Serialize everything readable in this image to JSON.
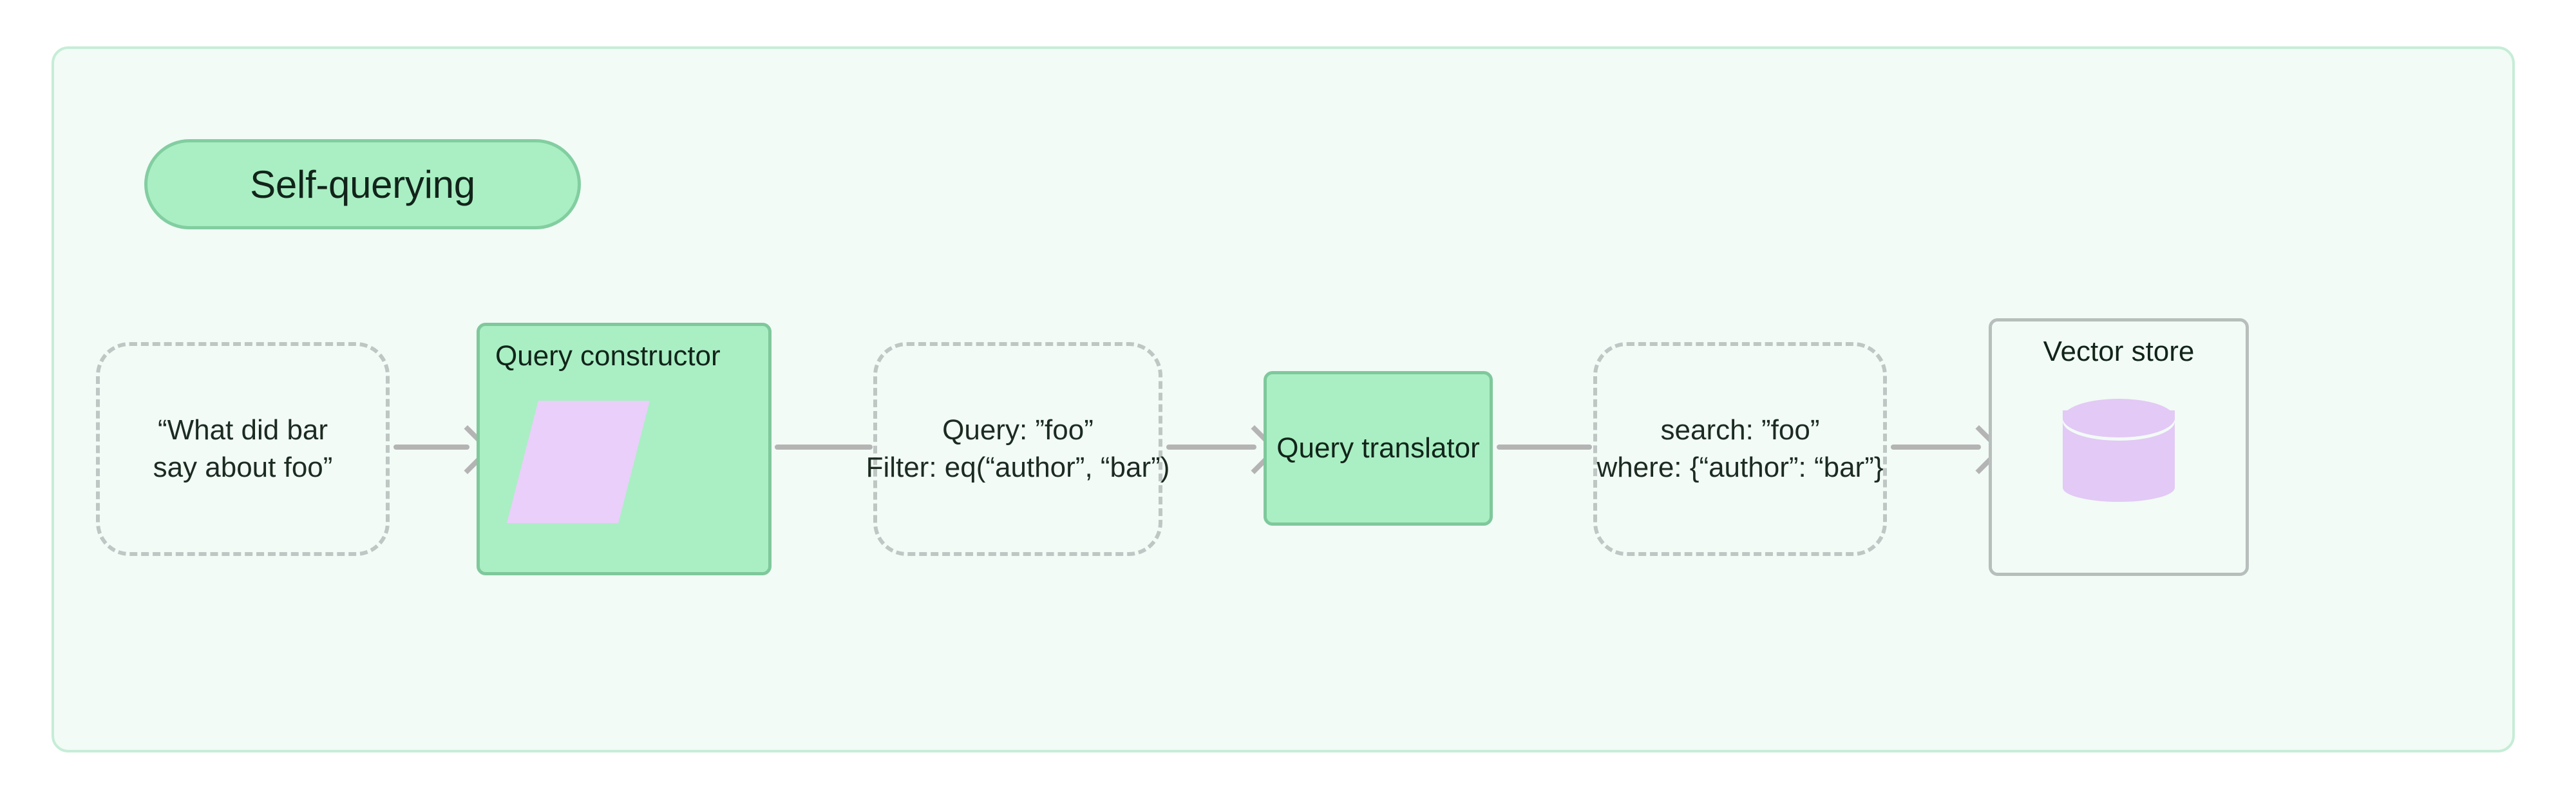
{
  "panel": {
    "title": "Self-querying",
    "background_color": "#F2FBF6",
    "border_color": "#C6EDD7",
    "accent_color": "#A9EFC3"
  },
  "palette": {
    "green_fill": "#A9EFC3",
    "green_border": "#7FC89C",
    "dashed_gray": "#BFC7C4",
    "connector_gray": "#B4B4B4",
    "lavender": "#E3C9F5",
    "text": "#1C2B22"
  },
  "flow": {
    "nodes": [
      {
        "id": "user-question",
        "type": "dashed-data",
        "lines": [
          "“What did bar",
          "say about foo”"
        ]
      },
      {
        "id": "query-constructor",
        "type": "process",
        "label": "Query constructor",
        "icon": "parallelogram-icon"
      },
      {
        "id": "structured-query",
        "type": "dashed-data",
        "lines": [
          "Query: ”foo”",
          "Filter: eq(“author”, “bar”)"
        ]
      },
      {
        "id": "query-translator",
        "type": "process",
        "label": "Query translator",
        "icon": null
      },
      {
        "id": "translated-query",
        "type": "dashed-data",
        "lines": [
          "search: ”foo”",
          "where: {“author”: “bar”}"
        ]
      },
      {
        "id": "vector-store",
        "type": "store",
        "label": "Vector store",
        "icon": "database-cylinder-icon"
      }
    ],
    "edges": [
      {
        "id": "edge-question-to-constructor",
        "arrow": true
      },
      {
        "id": "edge-constructor-to-structured",
        "arrow": false
      },
      {
        "id": "edge-structured-to-translator",
        "arrow": true
      },
      {
        "id": "edge-translator-to-translated",
        "arrow": false
      },
      {
        "id": "edge-translated-to-store",
        "arrow": true
      }
    ]
  }
}
